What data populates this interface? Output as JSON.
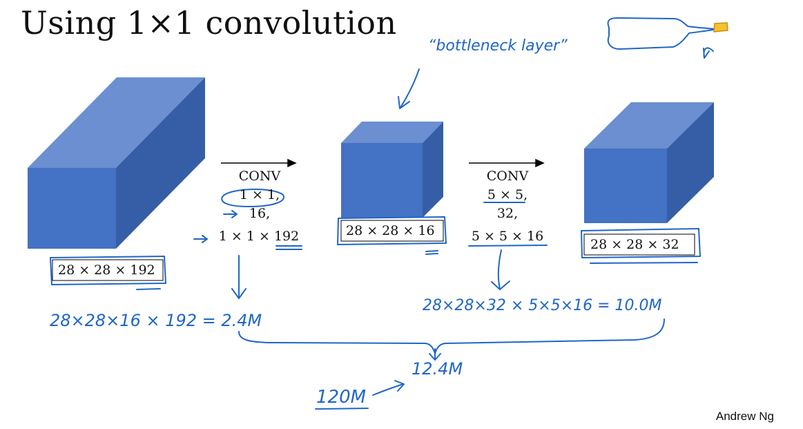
{
  "title": "Using 1×1 convolution",
  "author": "Andrew Ng",
  "colors": {
    "cube_front": "#4472c4",
    "cube_top": "#6b8fd0",
    "cube_side": "#355ea6",
    "ink": "#1f66c7",
    "highlight": "#f2c230"
  },
  "volumes": {
    "input": "28 × 28 × 192",
    "bottleneck": "28 × 28 × 16",
    "output": "28 × 28 × 32"
  },
  "conv1": {
    "name": "CONV",
    "kernel": "1 × 1,",
    "filters": "16,",
    "filter_shape": "1 × 1 × 192"
  },
  "conv2": {
    "name": "CONV",
    "kernel": "5 × 5,",
    "filters": "32,",
    "filter_shape": "5 × 5 × 16"
  },
  "annotations": {
    "bottleneck_label": "“bottleneck layer”",
    "cost_conv1": "28×28×16 × 192 = 2.4M",
    "cost_conv2": "28×28×32 × 5×5×16 = 10.0M",
    "total": "12.4M",
    "comparison": "120M"
  }
}
